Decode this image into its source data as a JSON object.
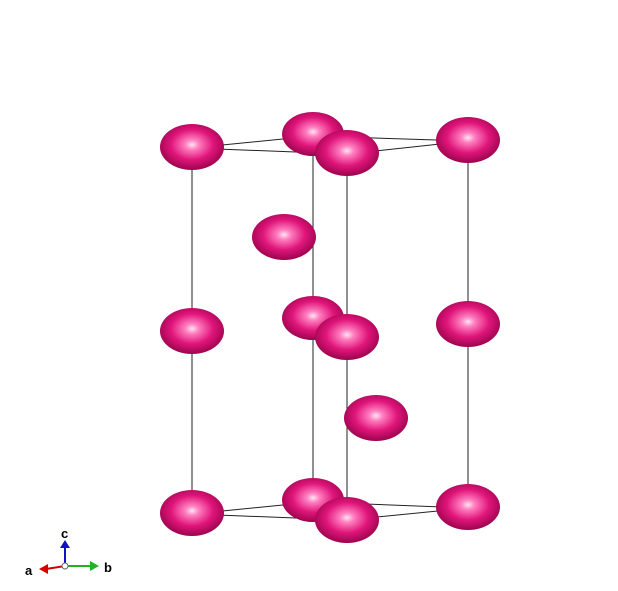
{
  "structure": {
    "atom_color": "#e0157a",
    "atom_highlight": "#ffd0ea",
    "atom_shade": "#a0004e",
    "cell_edge_color": "#222222"
  },
  "axes": {
    "a_label": "a",
    "b_label": "b",
    "c_label": "c",
    "a_color": "#d40000",
    "b_color": "#1fb41f",
    "c_color": "#1010c8"
  }
}
